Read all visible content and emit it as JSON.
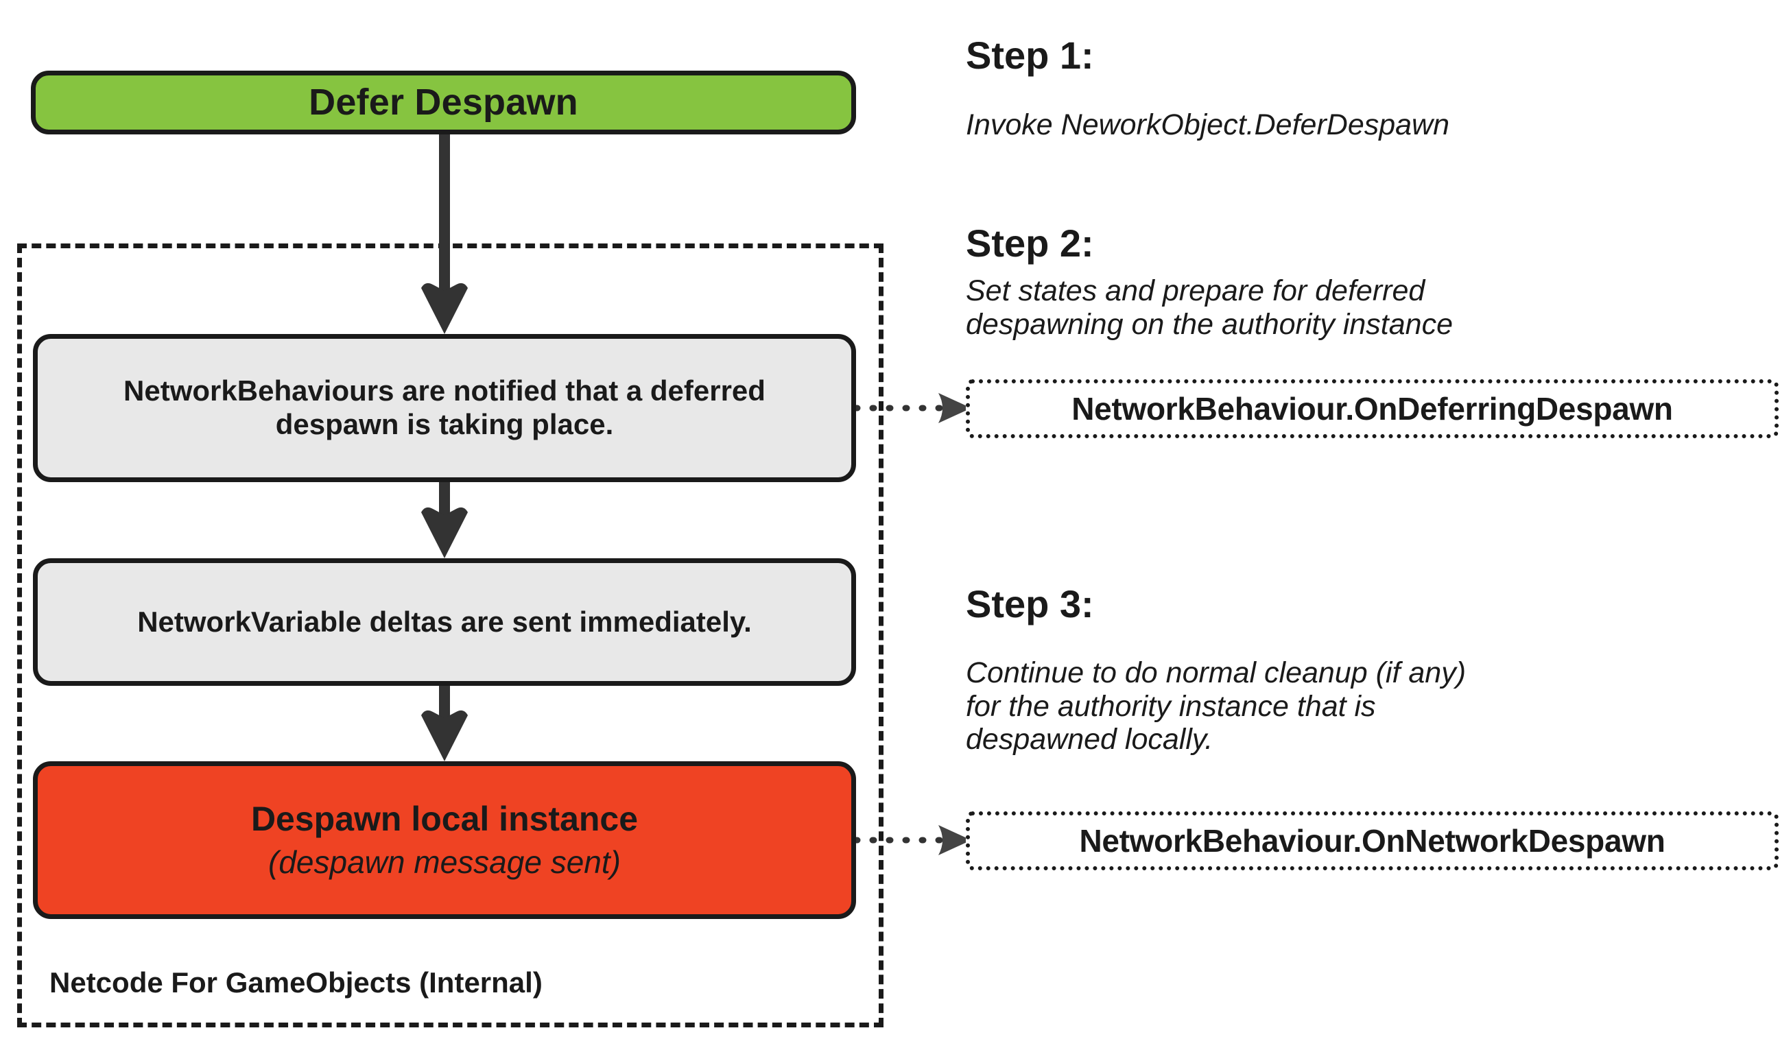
{
  "diagram": {
    "title": "Defer Despawn",
    "flow": {
      "start_node": "Defer Despawn",
      "steps": [
        "NetworkBehaviours are notified that a deferred despawn is taking place.",
        "NetworkVariable deltas are sent immediately."
      ],
      "end_node_primary": "Despawn local instance",
      "end_node_secondary": "(despawn message sent)",
      "group_label": "Netcode For GameObjects (Internal)"
    },
    "steps": [
      {
        "title": "Step 1:",
        "body": "Invoke NeworkObject.DeferDespawn"
      },
      {
        "title": "Step 2:",
        "body": "Set states and prepare for deferred\ndespawning on the authority instance"
      },
      {
        "title": "Step 3:",
        "body": "Continue to do normal cleanup (if any)\nfor the authority instance that is\ndespawned locally."
      }
    ],
    "callouts": [
      "NetworkBehaviour.OnDeferringDespawn",
      "NetworkBehaviour.OnNetworkDespawn"
    ],
    "colors": {
      "start_fill": "#86c440",
      "step_fill": "#e8e8e8",
      "end_fill": "#ef4323",
      "stroke": "#1a1a1a",
      "background": "#ffffff"
    }
  }
}
